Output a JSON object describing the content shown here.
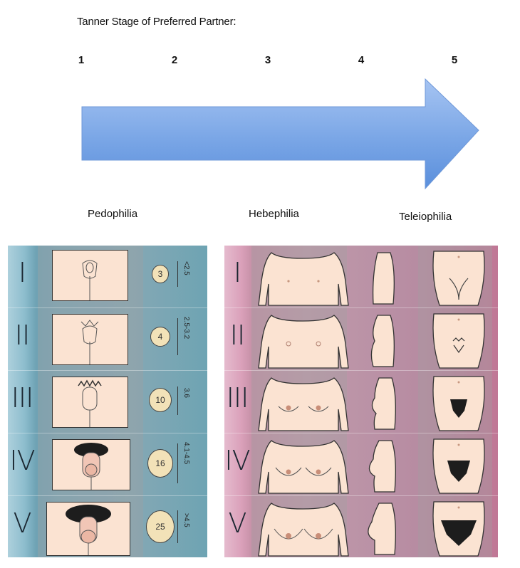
{
  "header": {
    "title": "Tanner Stage of Preferred Partner:"
  },
  "stages": [
    "1",
    "2",
    "3",
    "4",
    "5"
  ],
  "categories": [
    {
      "label": "Pedophilia"
    },
    {
      "label": "Hebephilia"
    },
    {
      "label": "Teleiophilia"
    }
  ],
  "arrow": {
    "color": "#6fa2e2"
  },
  "male_panel": {
    "rows": [
      {
        "roman": "I",
        "volume": "3",
        "length": "<2.5"
      },
      {
        "roman": "II",
        "volume": "4",
        "length": "2.5-3.2"
      },
      {
        "roman": "III",
        "volume": "10",
        "length": "3.6"
      },
      {
        "roman": "IV",
        "volume": "16",
        "length": "4.1-4.5"
      },
      {
        "roman": "V",
        "volume": "25",
        "length": ">4.5"
      }
    ]
  },
  "female_panel": {
    "rows": [
      {
        "roman": "I"
      },
      {
        "roman": "II"
      },
      {
        "roman": "III"
      },
      {
        "roman": "IV"
      },
      {
        "roman": "V"
      }
    ]
  }
}
